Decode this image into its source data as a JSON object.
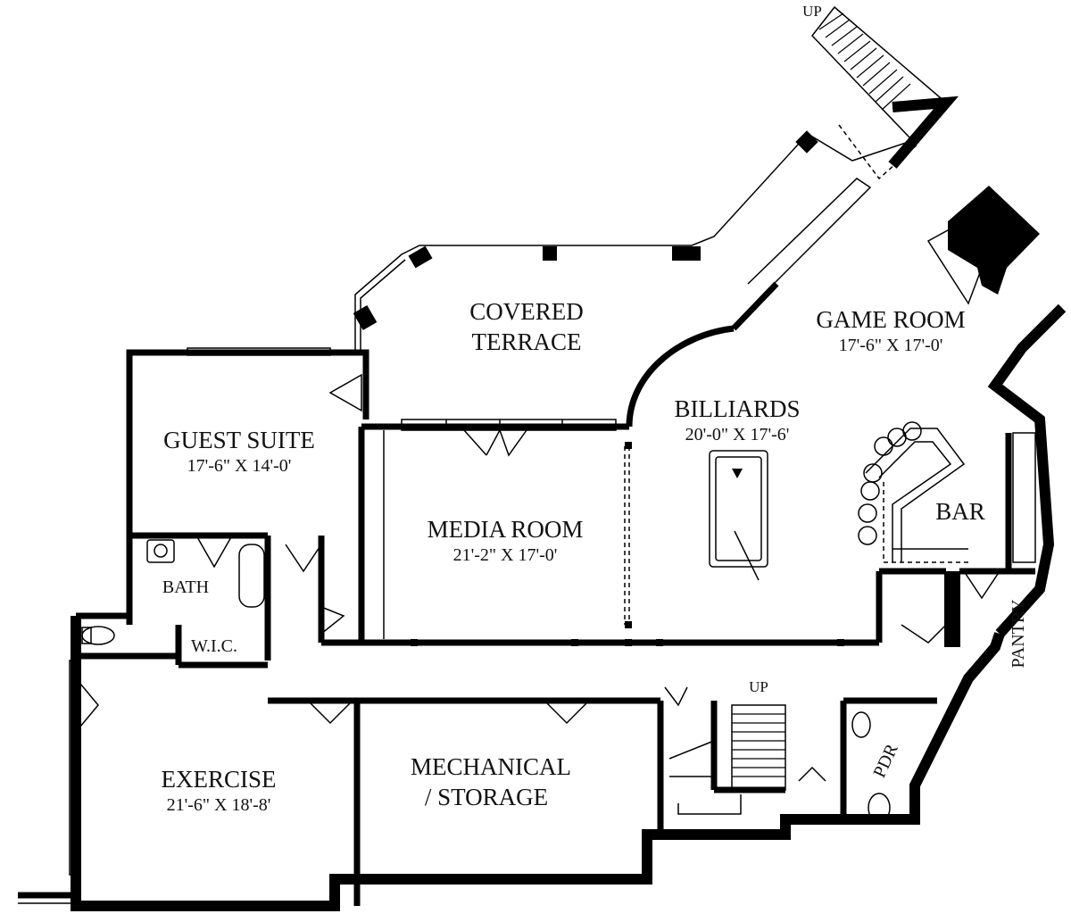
{
  "rooms": {
    "covered_terrace": {
      "line1": "COVERED",
      "line2": "TERRACE"
    },
    "game_room": {
      "name": "GAME ROOM",
      "dims": "17'-6\" X 17'-0'"
    },
    "billiards": {
      "name": "BILLIARDS",
      "dims": "20'-0\" X 17'-6'"
    },
    "guest_suite": {
      "name": "GUEST SUITE",
      "dims": "17'-6\" X 14'-0'"
    },
    "media_room": {
      "name": "MEDIA ROOM",
      "dims": "21'-2\" X 17'-0'"
    },
    "bar": {
      "name": "BAR"
    },
    "bath": {
      "name": "BATH"
    },
    "wic": {
      "name": "W.I.C."
    },
    "pantry": {
      "name": "PANTRY"
    },
    "exercise": {
      "name": "EXERCISE",
      "dims": "21'-6\" X 18'-8'"
    },
    "mechanical": {
      "line1": "MECHANICAL",
      "line2": "/ STORAGE"
    },
    "pdr": {
      "name": "PDR"
    }
  },
  "stairs": {
    "upper_up": "UP",
    "lower_up": "UP"
  }
}
